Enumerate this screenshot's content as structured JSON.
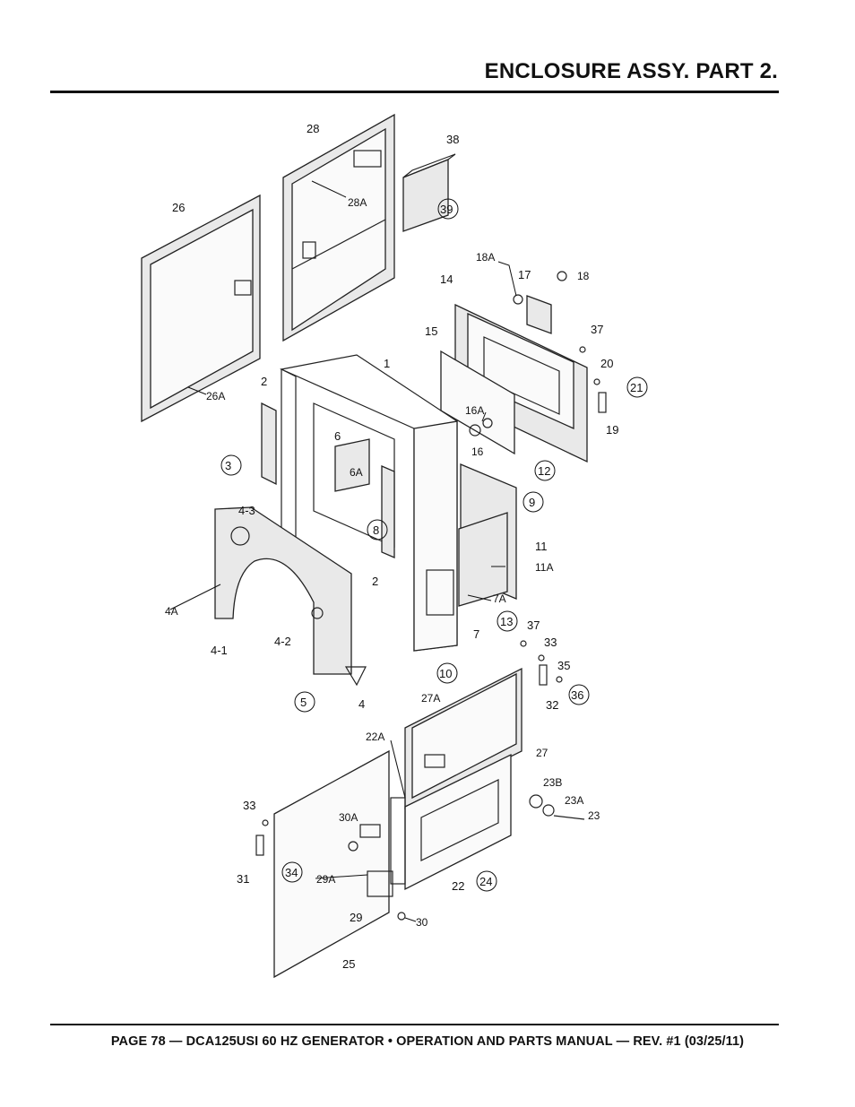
{
  "header": {
    "title": "ENCLOSURE ASSY. PART 2."
  },
  "footer": {
    "text": "PAGE 78 — DCA125USI 60 HZ GENERATOR • OPERATION AND PARTS MANUAL — REV. #1 (03/25/11)"
  },
  "callouts": {
    "c1": "1",
    "c2a": "2",
    "c2b": "2",
    "c3": "3",
    "c4": "4",
    "c4A": "4A",
    "c4_1": "4-1",
    "c4_2": "4-2",
    "c4_3": "4-3",
    "c5": "5",
    "c6": "6",
    "c6A": "6A",
    "c7": "7",
    "c7A": "7A",
    "c8": "8",
    "c9": "9",
    "c10": "10",
    "c11": "11",
    "c11A": "11A",
    "c12": "12",
    "c13": "13",
    "c14": "14",
    "c15": "15",
    "c16": "16",
    "c16A": "16A",
    "c17": "17",
    "c18": "18",
    "c18A": "18A",
    "c19": "19",
    "c20": "20",
    "c21": "21",
    "c22": "22",
    "c22A": "22A",
    "c23": "23",
    "c23A": "23A",
    "c23B": "23B",
    "c24": "24",
    "c25": "25",
    "c26": "26",
    "c26A": "26A",
    "c27": "27",
    "c27A": "27A",
    "c28": "28",
    "c28A": "28A",
    "c29": "29",
    "c29A": "29A",
    "c30": "30",
    "c30A": "30A",
    "c31": "31",
    "c32": "32",
    "c33a": "33",
    "c33b": "33",
    "c34": "34",
    "c35": "35",
    "c36": "36",
    "c37a": "37",
    "c37b": "37",
    "c38": "38",
    "c39": "39"
  }
}
